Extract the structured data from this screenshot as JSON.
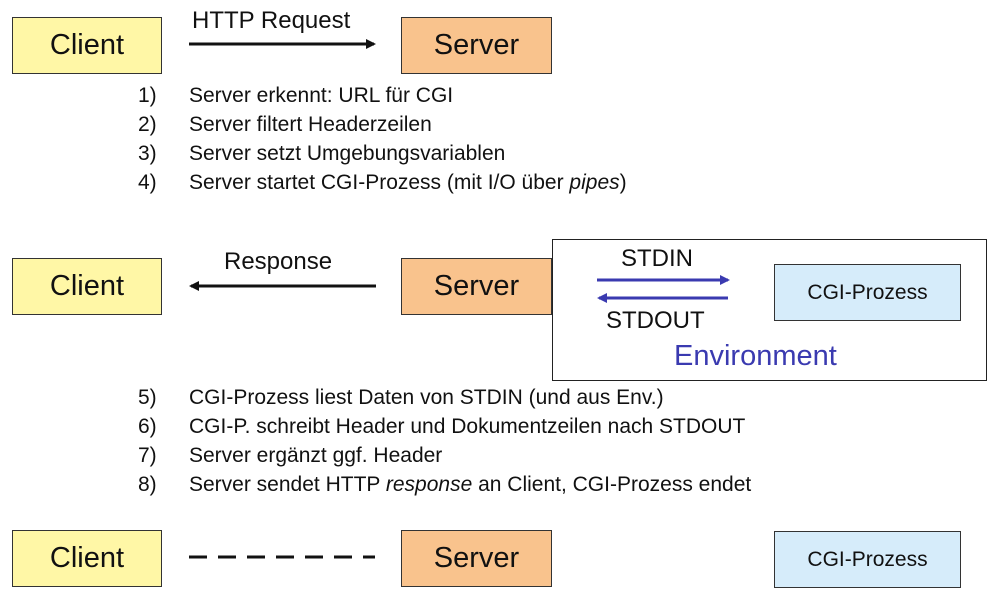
{
  "diagram": {
    "row1": {
      "client": "Client",
      "server": "Server",
      "request_label": "HTTP Request"
    },
    "steps_a": [
      {
        "num": "1)",
        "parts": [
          {
            "t": "Server erkennt: URL für CGI",
            "i": false
          }
        ]
      },
      {
        "num": "2)",
        "parts": [
          {
            "t": "Server filtert Headerzeilen",
            "i": false
          }
        ]
      },
      {
        "num": "3)",
        "parts": [
          {
            "t": "Server setzt Umgebungsvariablen",
            "i": false
          }
        ]
      },
      {
        "num": "4)",
        "parts": [
          {
            "t": "Server startet CGI-Prozess (mit I/O über ",
            "i": false
          },
          {
            "t": "pipes",
            "i": true
          },
          {
            "t": ")",
            "i": false
          }
        ]
      }
    ],
    "row2": {
      "client": "Client",
      "server": "Server",
      "response_label": "Response",
      "stdin_label": "STDIN",
      "stdout_label": "STDOUT",
      "cgi": "CGI-Prozess",
      "environment_label": "Environment"
    },
    "steps_b": [
      {
        "num": "5)",
        "parts": [
          {
            "t": "CGI-Prozess liest Daten von STDIN (und aus Env.)",
            "i": false
          }
        ]
      },
      {
        "num": "6)",
        "parts": [
          {
            "t": "CGI-P. schreibt Header und Dokumentzeilen nach STDOUT",
            "i": false
          }
        ]
      },
      {
        "num": "7)",
        "parts": [
          {
            "t": "Server ergänzt ggf. Header",
            "i": false
          }
        ]
      },
      {
        "num": "8)",
        "parts": [
          {
            "t": "Server sendet HTTP ",
            "i": false
          },
          {
            "t": "response",
            "i": true
          },
          {
            "t": " an Client, CGI-Prozess endet",
            "i": false
          }
        ]
      }
    ],
    "row3": {
      "client": "Client",
      "server": "Server",
      "cgi": "CGI-Prozess"
    },
    "colors": {
      "client_fill": "#fff7a6",
      "server_fill": "#f9c38d",
      "cgi_fill": "#d6ecfa",
      "pipe_arrow": "#3a3ab0",
      "environment_text": "#3a3ab0"
    }
  }
}
